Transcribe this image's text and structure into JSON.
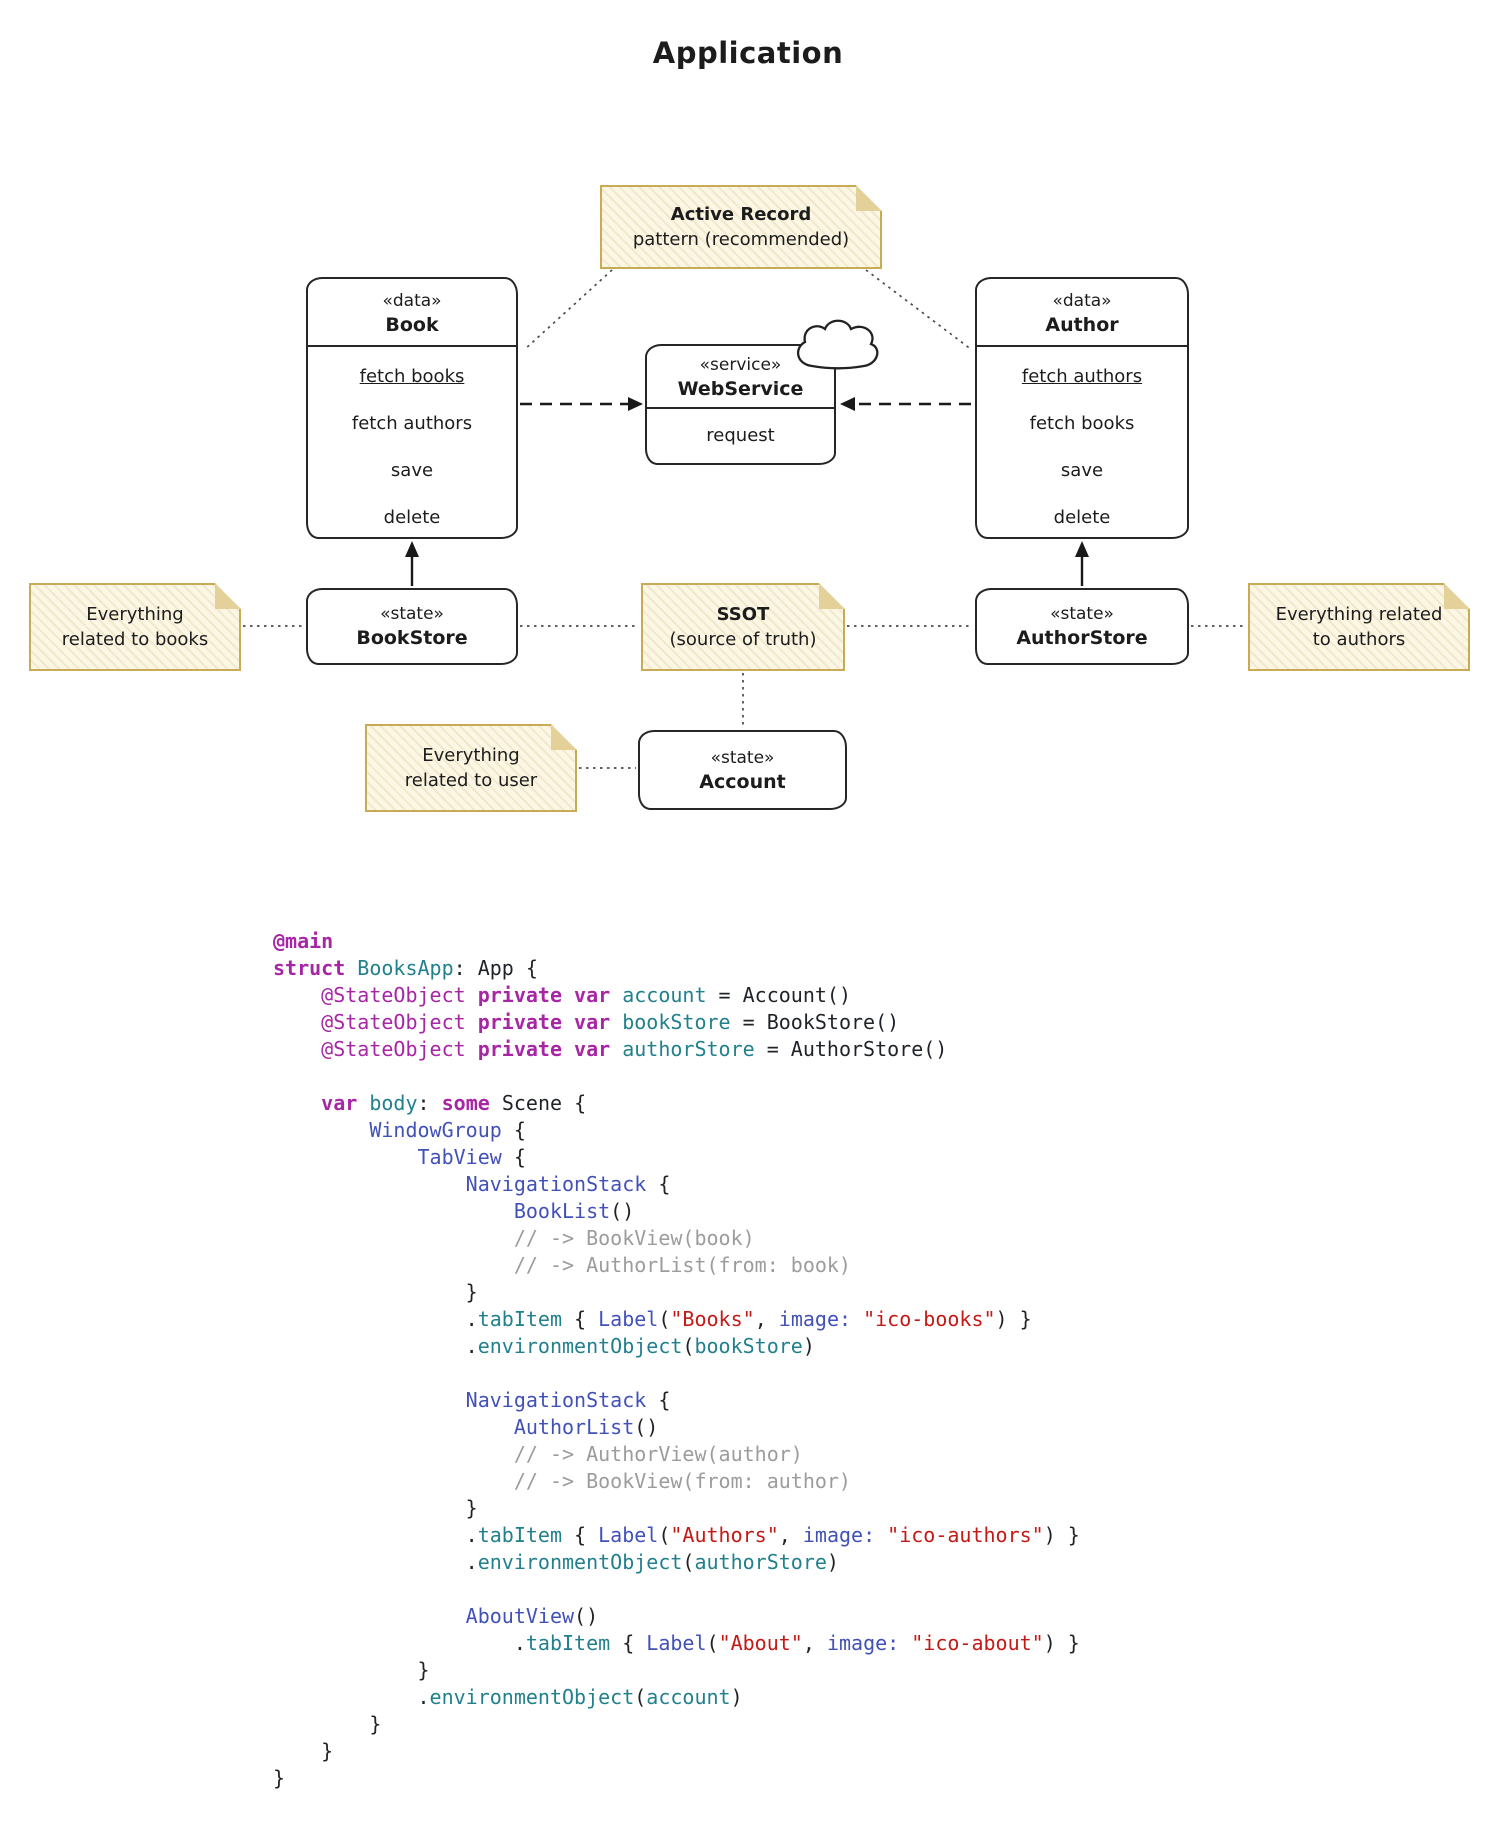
{
  "title": "Application",
  "colors": {
    "kw": "#A626A4",
    "ty": "#4151B8",
    "mem": "#22808D",
    "str": "#C41A16",
    "cm": "#9C9C9C",
    "pl": "#1F2328",
    "ink": "#262626",
    "noteBorder": "#C9AB56",
    "noteFold": "#E3D199",
    "noteBg1": "#FCF6E4",
    "noteBg2": "#F1E7CB"
  },
  "diagram": {
    "notes": {
      "active_record": {
        "line1": "Active Record",
        "line2": "pattern (recommended)"
      },
      "books": {
        "line1": "Everything",
        "line2": "related to books"
      },
      "ssot": {
        "line1": "SSOT",
        "line2": "(source of truth)"
      },
      "authors": {
        "line1": "Everything related",
        "line2": "to authors"
      },
      "user": {
        "line1": "Everything",
        "line2": "related to user"
      }
    },
    "classes": {
      "book": {
        "stereotype": "«data»",
        "name": "Book",
        "methods": [
          {
            "text": "fetch books",
            "underline": true
          },
          {
            "text": "fetch authors"
          },
          {
            "text": "save"
          },
          {
            "text": "delete"
          }
        ]
      },
      "author": {
        "stereotype": "«data»",
        "name": "Author",
        "methods": [
          {
            "text": "fetch authors",
            "underline": true
          },
          {
            "text": "fetch books"
          },
          {
            "text": "save"
          },
          {
            "text": "delete"
          }
        ]
      },
      "webservice": {
        "stereotype": "«service»",
        "name": "WebService",
        "methods": [
          {
            "text": "request"
          }
        ]
      },
      "bookstore": {
        "stereotype": "«state»",
        "name": "BookStore"
      },
      "authorstore": {
        "stereotype": "«state»",
        "name": "AuthorStore"
      },
      "account": {
        "stereotype": "«state»",
        "name": "Account"
      }
    }
  },
  "code": {
    "lines": [
      [
        {
          "t": "k",
          "s": "@main"
        }
      ],
      [
        {
          "t": "k",
          "s": "struct"
        },
        {
          "t": "p",
          "s": " "
        },
        {
          "t": "v",
          "s": "BooksApp"
        },
        {
          "t": "p",
          "s": ": App {"
        }
      ],
      [
        {
          "t": "p",
          "s": "    "
        },
        {
          "t": "a",
          "s": "@StateObject"
        },
        {
          "t": "p",
          "s": " "
        },
        {
          "t": "k",
          "s": "private var"
        },
        {
          "t": "p",
          "s": " "
        },
        {
          "t": "v",
          "s": "account"
        },
        {
          "t": "p",
          "s": " = Account()"
        }
      ],
      [
        {
          "t": "p",
          "s": "    "
        },
        {
          "t": "a",
          "s": "@StateObject"
        },
        {
          "t": "p",
          "s": " "
        },
        {
          "t": "k",
          "s": "private var"
        },
        {
          "t": "p",
          "s": " "
        },
        {
          "t": "v",
          "s": "bookStore"
        },
        {
          "t": "p",
          "s": " = BookStore()"
        }
      ],
      [
        {
          "t": "p",
          "s": "    "
        },
        {
          "t": "a",
          "s": "@StateObject"
        },
        {
          "t": "p",
          "s": " "
        },
        {
          "t": "k",
          "s": "private var"
        },
        {
          "t": "p",
          "s": " "
        },
        {
          "t": "v",
          "s": "authorStore"
        },
        {
          "t": "p",
          "s": " = AuthorStore()"
        }
      ],
      [],
      [
        {
          "t": "p",
          "s": "    "
        },
        {
          "t": "k",
          "s": "var"
        },
        {
          "t": "p",
          "s": " "
        },
        {
          "t": "v",
          "s": "body"
        },
        {
          "t": "p",
          "s": ": "
        },
        {
          "t": "k",
          "s": "some"
        },
        {
          "t": "p",
          "s": " Scene {"
        }
      ],
      [
        {
          "t": "p",
          "s": "        "
        },
        {
          "t": "t",
          "s": "WindowGroup"
        },
        {
          "t": "p",
          "s": " {"
        }
      ],
      [
        {
          "t": "p",
          "s": "            "
        },
        {
          "t": "t",
          "s": "TabView"
        },
        {
          "t": "p",
          "s": " {"
        }
      ],
      [
        {
          "t": "p",
          "s": "                "
        },
        {
          "t": "t",
          "s": "NavigationStack"
        },
        {
          "t": "p",
          "s": " {"
        }
      ],
      [
        {
          "t": "p",
          "s": "                    "
        },
        {
          "t": "t",
          "s": "BookList"
        },
        {
          "t": "p",
          "s": "()"
        }
      ],
      [
        {
          "t": "p",
          "s": "                    "
        },
        {
          "t": "c",
          "s": "// -> BookView(book)"
        }
      ],
      [
        {
          "t": "p",
          "s": "                    "
        },
        {
          "t": "c",
          "s": "// -> AuthorList(from: book)"
        }
      ],
      [
        {
          "t": "p",
          "s": "                }"
        }
      ],
      [
        {
          "t": "p",
          "s": "                ."
        },
        {
          "t": "v",
          "s": "tabItem"
        },
        {
          "t": "p",
          "s": " { "
        },
        {
          "t": "t",
          "s": "Label"
        },
        {
          "t": "p",
          "s": "("
        },
        {
          "t": "s",
          "s": "\"Books\""
        },
        {
          "t": "p",
          "s": ", "
        },
        {
          "t": "t",
          "s": "image:"
        },
        {
          "t": "p",
          "s": " "
        },
        {
          "t": "s",
          "s": "\"ico-books\""
        },
        {
          "t": "p",
          "s": ") }"
        }
      ],
      [
        {
          "t": "p",
          "s": "                ."
        },
        {
          "t": "v",
          "s": "environmentObject"
        },
        {
          "t": "p",
          "s": "("
        },
        {
          "t": "v",
          "s": "bookStore"
        },
        {
          "t": "p",
          "s": ")"
        }
      ],
      [],
      [
        {
          "t": "p",
          "s": "                "
        },
        {
          "t": "t",
          "s": "NavigationStack"
        },
        {
          "t": "p",
          "s": " {"
        }
      ],
      [
        {
          "t": "p",
          "s": "                    "
        },
        {
          "t": "t",
          "s": "AuthorList"
        },
        {
          "t": "p",
          "s": "()"
        }
      ],
      [
        {
          "t": "p",
          "s": "                    "
        },
        {
          "t": "c",
          "s": "// -> AuthorView(author)"
        }
      ],
      [
        {
          "t": "p",
          "s": "                    "
        },
        {
          "t": "c",
          "s": "// -> BookView(from: author)"
        }
      ],
      [
        {
          "t": "p",
          "s": "                }"
        }
      ],
      [
        {
          "t": "p",
          "s": "                ."
        },
        {
          "t": "v",
          "s": "tabItem"
        },
        {
          "t": "p",
          "s": " { "
        },
        {
          "t": "t",
          "s": "Label"
        },
        {
          "t": "p",
          "s": "("
        },
        {
          "t": "s",
          "s": "\"Authors\""
        },
        {
          "t": "p",
          "s": ", "
        },
        {
          "t": "t",
          "s": "image:"
        },
        {
          "t": "p",
          "s": " "
        },
        {
          "t": "s",
          "s": "\"ico-authors\""
        },
        {
          "t": "p",
          "s": ") }"
        }
      ],
      [
        {
          "t": "p",
          "s": "                ."
        },
        {
          "t": "v",
          "s": "environmentObject"
        },
        {
          "t": "p",
          "s": "("
        },
        {
          "t": "v",
          "s": "authorStore"
        },
        {
          "t": "p",
          "s": ")"
        }
      ],
      [],
      [
        {
          "t": "p",
          "s": "                "
        },
        {
          "t": "t",
          "s": "AboutView"
        },
        {
          "t": "p",
          "s": "()"
        }
      ],
      [
        {
          "t": "p",
          "s": "                    ."
        },
        {
          "t": "v",
          "s": "tabItem"
        },
        {
          "t": "p",
          "s": " { "
        },
        {
          "t": "t",
          "s": "Label"
        },
        {
          "t": "p",
          "s": "("
        },
        {
          "t": "s",
          "s": "\"About\""
        },
        {
          "t": "p",
          "s": ", "
        },
        {
          "t": "t",
          "s": "image:"
        },
        {
          "t": "p",
          "s": " "
        },
        {
          "t": "s",
          "s": "\"ico-about\""
        },
        {
          "t": "p",
          "s": ") }"
        }
      ],
      [
        {
          "t": "p",
          "s": "            }"
        }
      ],
      [
        {
          "t": "p",
          "s": "            ."
        },
        {
          "t": "v",
          "s": "environmentObject"
        },
        {
          "t": "p",
          "s": "("
        },
        {
          "t": "v",
          "s": "account"
        },
        {
          "t": "p",
          "s": ")"
        }
      ],
      [
        {
          "t": "p",
          "s": "        }"
        }
      ],
      [
        {
          "t": "p",
          "s": "    }"
        }
      ],
      [
        {
          "t": "p",
          "s": "}"
        }
      ]
    ]
  }
}
